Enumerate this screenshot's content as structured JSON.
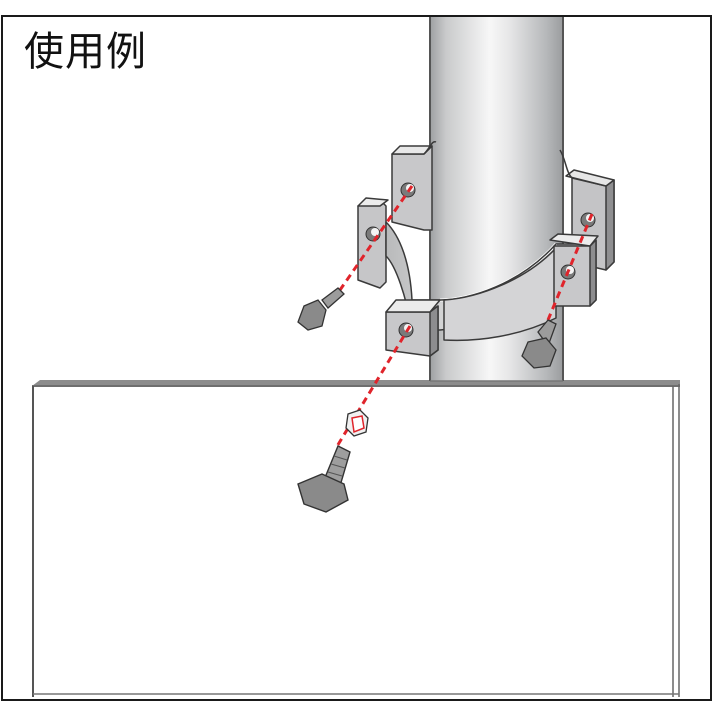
{
  "figure": {
    "title": "使用例",
    "description": "Usage example: split pipe clamp with bolts mounting a vertical pole to a panel",
    "components": {
      "pole": "vertical round pipe",
      "clamp": "two-piece U-shaped pipe band with bolt ears",
      "bolts": "hex head bolts (4 shown)",
      "nut": "hex nut",
      "panel": "flat board / signboard",
      "guide_lines": "red dashed assembly lines"
    },
    "colors": {
      "frame": "#1a1a1a",
      "pipe_light": "#f4f4f4",
      "pipe_dark": "#a8aaac",
      "metal": "#c9c9cb",
      "metal_dark": "#8e8e90",
      "bolt": "#8a8a8a",
      "dash": "#e0242b",
      "outline": "#3a3a3a"
    }
  }
}
